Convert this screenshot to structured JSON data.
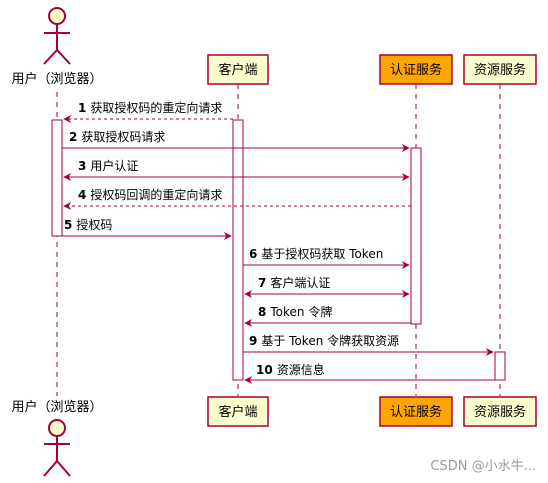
{
  "diagram": {
    "participants": [
      {
        "id": "user",
        "label": "用户（浏览器）",
        "kind": "actor"
      },
      {
        "id": "client",
        "label": "客户端",
        "kind": "box"
      },
      {
        "id": "auth",
        "label": "认证服务",
        "kind": "box",
        "highlight": true
      },
      {
        "id": "resource",
        "label": "资源服务",
        "kind": "box"
      }
    ],
    "messages": [
      {
        "n": "1",
        "text": "获取授权码的重定向请求"
      },
      {
        "n": "2",
        "text": "获取授权码请求"
      },
      {
        "n": "3",
        "text": "用户认证"
      },
      {
        "n": "4",
        "text": "授权码回调的重定向请求"
      },
      {
        "n": "5",
        "text": "授权码"
      },
      {
        "n": "6",
        "text": "基于授权码获取 Token"
      },
      {
        "n": "7",
        "text": "客户端认证"
      },
      {
        "n": "8",
        "text": "Token 令牌"
      },
      {
        "n": "9",
        "text": "基于 Token 令牌获取资源"
      },
      {
        "n": "10",
        "text": "资源信息"
      }
    ],
    "colors": {
      "line": "#a80036",
      "box_fill": "#fefece",
      "box_border": "#a80036",
      "highlight_fill": "#ffa500",
      "activation_fill": "#ffffff"
    }
  },
  "watermark": "CSDN @小水牛..."
}
